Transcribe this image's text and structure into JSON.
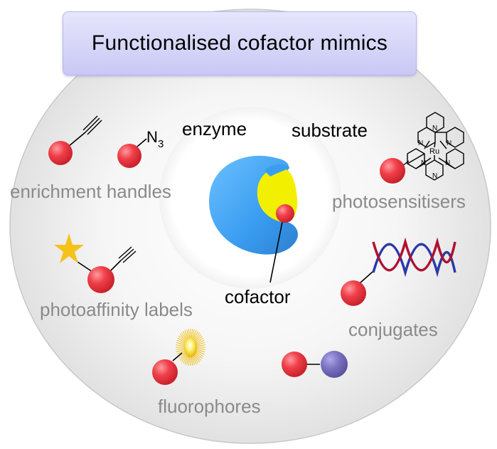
{
  "title": "Functionalised cofactor mimics",
  "center": {
    "enzyme": "enzyme",
    "substrate": "substrate",
    "cofactor": "cofactor"
  },
  "categories": {
    "enrichment_handles": "enrichment handles",
    "photosensitisers": "photosensitisers",
    "photoaffinity_labels": "photoaffinity labels",
    "conjugates": "conjugates",
    "fluorophores": "fluorophores"
  },
  "chem": {
    "azide_n": "N",
    "azide_sub": "3",
    "ru": "Ru",
    "n": "N"
  },
  "colors": {
    "sphere_red": "#f0404a",
    "sphere_purple": "#7b72c2",
    "enzyme_blue": "#3a9df0",
    "enzyme_yellow": "#f2f000",
    "star_yellow": "#f5c21a",
    "dna_red": "#b01030",
    "dna_blue": "#2a3aa8",
    "label_gray": "#8a8a8a"
  }
}
